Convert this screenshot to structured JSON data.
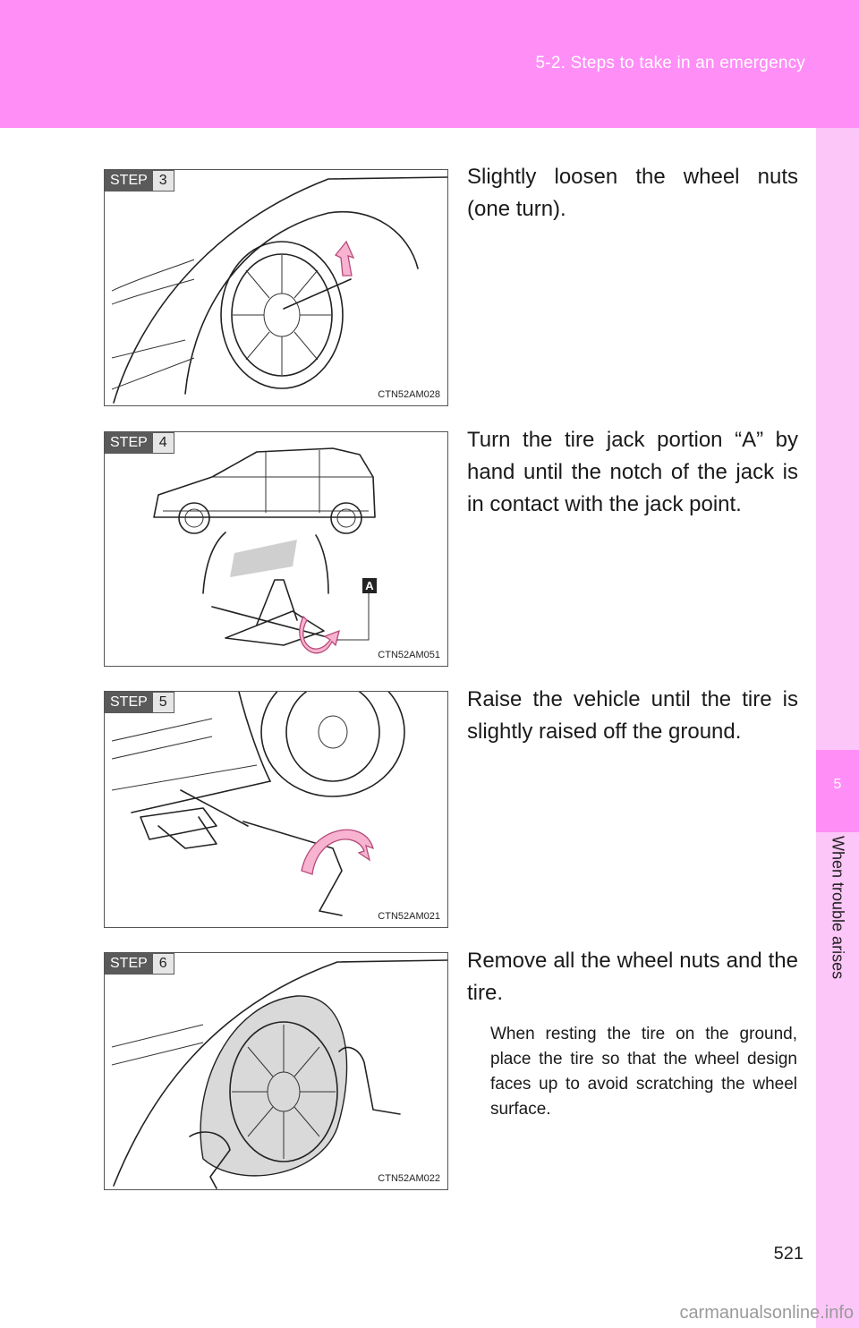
{
  "header": {
    "section": "5-2. Steps to take in an emergency"
  },
  "side": {
    "number": "5",
    "label": "When trouble arises"
  },
  "steps": [
    {
      "word": "STEP",
      "num": "3",
      "code": "CTN52AM028",
      "text": "Slightly loosen the wheel nuts (one turn)."
    },
    {
      "word": "STEP",
      "num": "4",
      "code": "CTN52AM051",
      "text": "Turn the tire jack portion “A” by hand until the notch of the jack is in contact with the jack point.",
      "callout": "A"
    },
    {
      "word": "STEP",
      "num": "5",
      "code": "CTN52AM021",
      "text": "Raise the vehicle until the tire is slightly raised off the ground."
    },
    {
      "word": "STEP",
      "num": "6",
      "code": "CTN52AM022",
      "text": "Remove all the wheel nuts and the tire.",
      "note": "When resting the tire on the ground, place the tire so that the wheel design faces up to avoid scratching the wheel surface."
    }
  ],
  "page_number": "521",
  "watermark": "carmanualsonline.info",
  "colors": {
    "header": "#ff8ef7",
    "side_tab": "#fcc6f8",
    "arrow": "#f7b3cf"
  }
}
